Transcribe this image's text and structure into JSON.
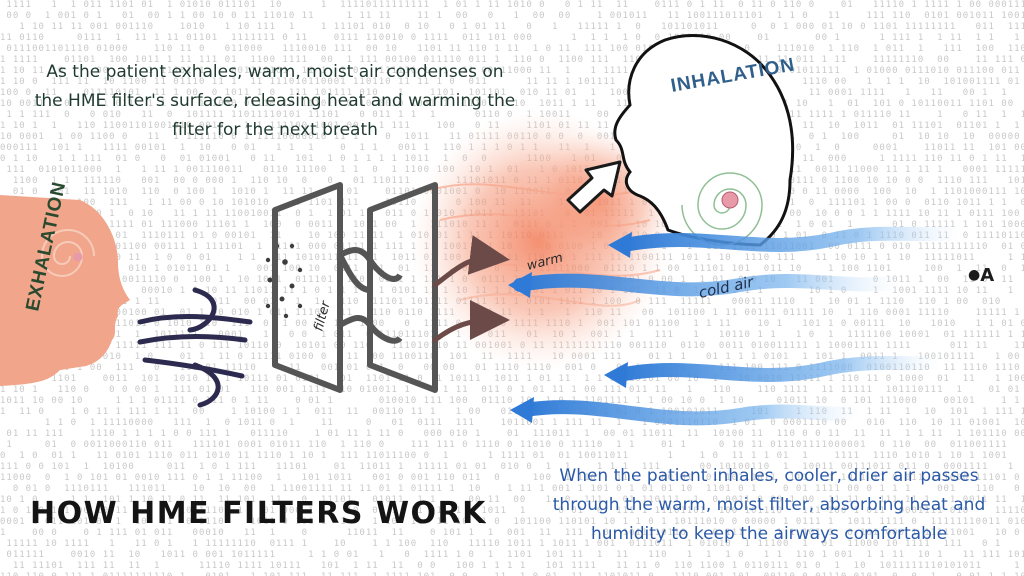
{
  "title": "HOW HME FILTERS WORK",
  "captions": {
    "exhale": "As the patient exhales, warm, moist air condenses on the HME filter's surface, releasing heat and warming the filter for the next breath",
    "inhale": "When the patient inhales, cooler, drier air passes through the warm, moist filter, absorbing heat and humidity to keep the airways comfortable"
  },
  "labels": {
    "exhalation": "EXHALATION",
    "inhalation": "INHALATION",
    "filter": "filter",
    "warm": "warm",
    "cold_air": "cold air"
  },
  "logo": {
    "mark": "A"
  },
  "colors": {
    "warm_air": "#f08a6a",
    "cold_air": "#3a86d8",
    "exhale_head": "#f1a58b",
    "filter": "#555555",
    "breath_lines": "#2c2a4e",
    "inhale_label": "#2f5f8a",
    "exhale_label": "#2a4a2f"
  }
}
